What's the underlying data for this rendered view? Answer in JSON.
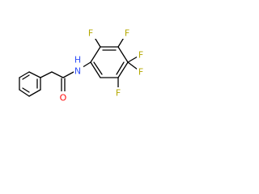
{
  "molecule": {
    "atoms": {
      "n": {
        "text": "N",
        "color": "#3050f8"
      },
      "h": {
        "text": "H",
        "color": "#3050f8"
      },
      "o": {
        "text": "O",
        "color": "#ff0d0d"
      },
      "f_top_left": {
        "text": "F",
        "color": "#b4a800"
      },
      "f_top_right": {
        "text": "F",
        "color": "#b4a800"
      },
      "f_right_top": {
        "text": "F",
        "color": "#b4a800"
      },
      "f_right_bottom": {
        "text": "F",
        "color": "#b4a800"
      },
      "f_bottom": {
        "text": "F",
        "color": "#b4a800"
      }
    }
  }
}
